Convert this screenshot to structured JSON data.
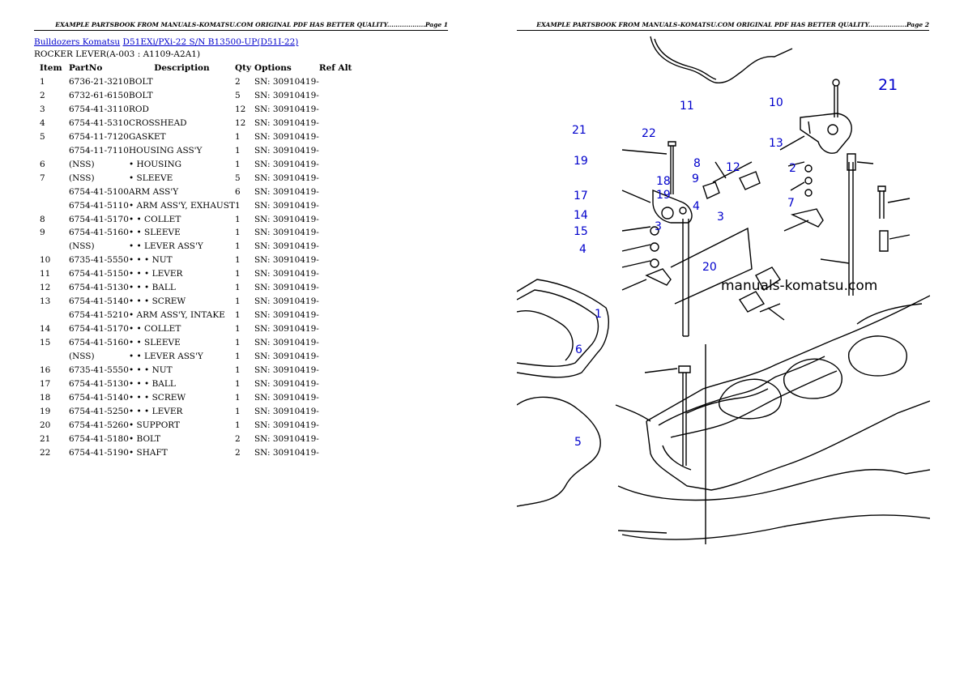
{
  "header": {
    "page1": "EXAMPLE PARTSBOOK FROM MANUALS-KOMATSU.COM ORIGINAL PDF HAS BETTER QUALITY..................Page 1",
    "page2": "EXAMPLE PARTSBOOK FROM MANUALS-KOMATSU.COM ORIGINAL PDF HAS BETTER QUALITY..................Page 2"
  },
  "breadcrumb": {
    "link1": "Bulldozers Komatsu",
    "link2": "D51EXi/PXi-22 S/N B13500-UP(D51I-22)"
  },
  "section_title": "ROCKER LEVER(A-003 : A1109-A2A1)",
  "table": {
    "columns": [
      "Item",
      "PartNo",
      "Description",
      "Qty",
      "Options",
      "Ref Alt"
    ],
    "rows": [
      [
        "1",
        "6736-21-3210",
        "BOLT",
        "2",
        "SN: 30910419-",
        ""
      ],
      [
        "2",
        "6732-61-6150",
        "BOLT",
        "5",
        "SN: 30910419-",
        ""
      ],
      [
        "3",
        "6754-41-3110",
        "ROD",
        "12",
        "SN: 30910419-",
        ""
      ],
      [
        "4",
        "6754-41-5310",
        "CROSSHEAD",
        "12",
        "SN: 30910419-",
        ""
      ],
      [
        "5",
        "6754-11-7120",
        "GASKET",
        "1",
        "SN: 30910419-",
        ""
      ],
      [
        "",
        "6754-11-7110",
        "HOUSING ASS'Y",
        "1",
        "SN: 30910419-",
        ""
      ],
      [
        "6",
        "(NSS)",
        "• HOUSING",
        "1",
        "SN: 30910419-",
        ""
      ],
      [
        "7",
        "(NSS)",
        "• SLEEVE",
        "5",
        "SN: 30910419-",
        ""
      ],
      [
        "",
        "6754-41-5100",
        "ARM ASS'Y",
        "6",
        "SN: 30910419-",
        ""
      ],
      [
        "",
        "6754-41-5110",
        "• ARM ASS'Y, EXHAUST",
        "1",
        "SN: 30910419-",
        ""
      ],
      [
        "8",
        "6754-41-5170",
        "• • COLLET",
        "1",
        "SN: 30910419-",
        ""
      ],
      [
        "9",
        "6754-41-5160",
        "• • SLEEVE",
        "1",
        "SN: 30910419-",
        ""
      ],
      [
        "",
        "(NSS)",
        "• • LEVER ASS'Y",
        "1",
        "SN: 30910419-",
        ""
      ],
      [
        "10",
        "6735-41-5550",
        "• • • NUT",
        "1",
        "SN: 30910419-",
        ""
      ],
      [
        "11",
        "6754-41-5150",
        "• • • LEVER",
        "1",
        "SN: 30910419-",
        ""
      ],
      [
        "12",
        "6754-41-5130",
        "• • • BALL",
        "1",
        "SN: 30910419-",
        ""
      ],
      [
        "13",
        "6754-41-5140",
        "• • • SCREW",
        "1",
        "SN: 30910419-",
        ""
      ],
      [
        "",
        "6754-41-5210",
        "• ARM ASS'Y, INTAKE",
        "1",
        "SN: 30910419-",
        ""
      ],
      [
        "14",
        "6754-41-5170",
        "• • COLLET",
        "1",
        "SN: 30910419-",
        ""
      ],
      [
        "15",
        "6754-41-5160",
        "• • SLEEVE",
        "1",
        "SN: 30910419-",
        ""
      ],
      [
        "",
        "(NSS)",
        "• • LEVER ASS'Y",
        "1",
        "SN: 30910419-",
        ""
      ],
      [
        "16",
        "6735-41-5550",
        "• • • NUT",
        "1",
        "SN: 30910419-",
        ""
      ],
      [
        "17",
        "6754-41-5130",
        "• • • BALL",
        "1",
        "SN: 30910419-",
        ""
      ],
      [
        "18",
        "6754-41-5140",
        "• • • SCREW",
        "1",
        "SN: 30910419-",
        ""
      ],
      [
        "19",
        "6754-41-5250",
        "• • • LEVER",
        "1",
        "SN: 30910419-",
        ""
      ],
      [
        "20",
        "6754-41-5260",
        "• SUPPORT",
        "1",
        "SN: 30910419-",
        ""
      ],
      [
        "21",
        "6754-41-5180",
        "• BOLT",
        "2",
        "SN: 30910419-",
        ""
      ],
      [
        "22",
        "6754-41-5190",
        "• SHAFT",
        "2",
        "SN: 30910419-",
        ""
      ]
    ]
  },
  "diagram": {
    "watermark": "manuals-komatsu.com",
    "callouts": [
      "21",
      "10",
      "11",
      "13",
      "21",
      "22",
      "19",
      "8",
      "9",
      "12",
      "2",
      "18",
      "19",
      "4",
      "3",
      "7",
      "17",
      "14",
      "15",
      "3",
      "4",
      "20",
      "1",
      "6",
      "5"
    ]
  }
}
